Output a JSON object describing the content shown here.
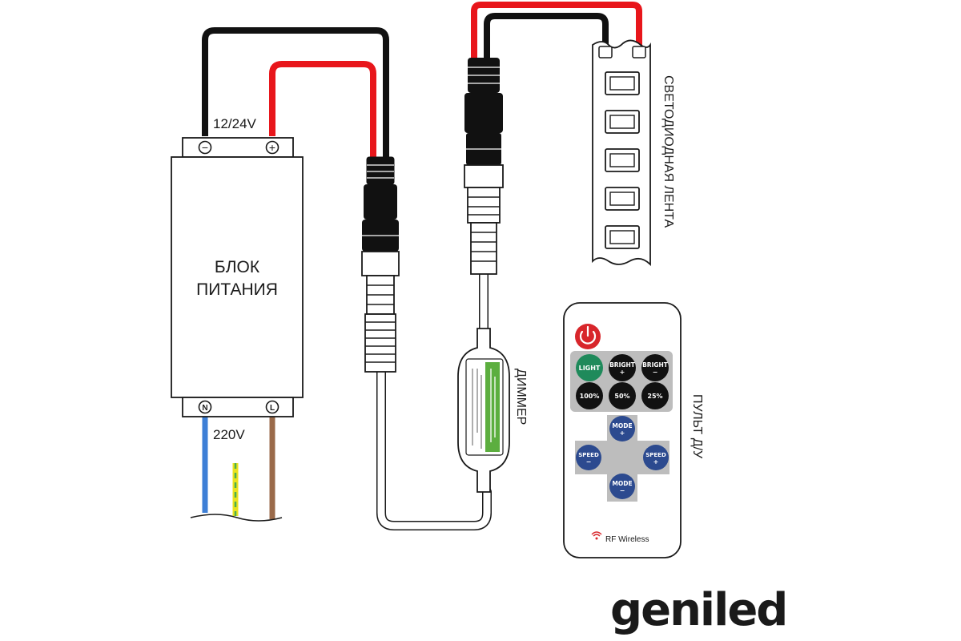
{
  "labels": {
    "output_voltage": "12/24V",
    "power_supply_line1": "БЛОК",
    "power_supply_line2": "ПИТАНИЯ",
    "input_voltage": "220V",
    "dimmer": "ДИММЕР",
    "led_strip": "СВЕТОДИОДНАЯ ЛЕНТА",
    "remote": "ПУЛЬТ Д/У",
    "brand": "geniled"
  },
  "terminals": {
    "neg": "−",
    "pos": "+",
    "neutral": "N",
    "line": "L"
  },
  "remote": {
    "buttons": {
      "light": "LIGHT",
      "bright_up_1": "BRIGHT",
      "bright_up_2": "+",
      "bright_down_1": "BRIGHT",
      "bright_down_2": "−",
      "p100": "100%",
      "p50": "50%",
      "p25": "25%",
      "mode_up_1": "MODE",
      "mode_up_2": "+",
      "speed_down_1": "SPEED",
      "speed_down_2": "−",
      "speed_up_1": "SPEED",
      "speed_up_2": "+",
      "mode_down_1": "MODE",
      "mode_down_2": "−"
    },
    "wireless": "RF Wireless"
  },
  "colors": {
    "wire_black": "#111111",
    "wire_red": "#e8161b",
    "wire_blue": "#3d7fd6",
    "wire_brown": "#9a6a4a",
    "wire_ground_yellow": "#e9e21e",
    "wire_ground_green": "#4caf50",
    "dimmer_label_green": "#5cae3f",
    "remote_power": "#d8262b",
    "remote_light": "#1f8a5b",
    "remote_mode": "#2c4a8f",
    "remote_cross": "#bdbdbd",
    "outline": "#1a1a1a"
  }
}
